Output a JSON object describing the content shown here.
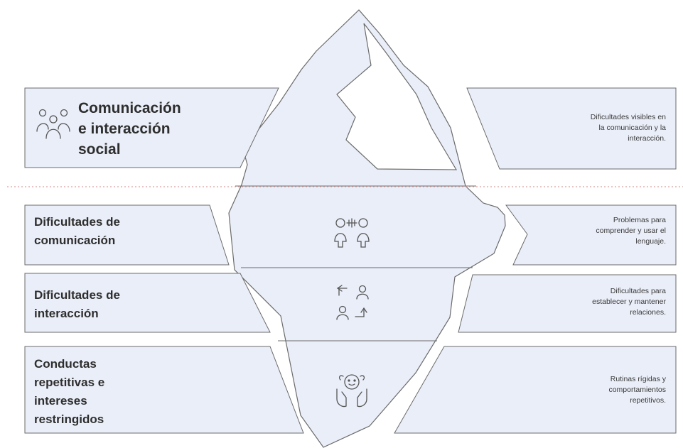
{
  "header": {
    "title": "Comunicación e interacción social",
    "title_lines": [
      "Comunicación",
      "e interacción",
      "social"
    ],
    "description_lines": [
      "Dificultades visibles en",
      "la comunicación y la",
      "interacción."
    ],
    "icon": "group-people-icon"
  },
  "rows": [
    {
      "title_lines": [
        "Dificultades de",
        "comunicación"
      ],
      "description_lines": [
        "Problemas para",
        "comprender y usar el",
        "lenguaje."
      ],
      "icon": "two-people-talking-icon"
    },
    {
      "title_lines": [
        "Dificultades de",
        "interacción"
      ],
      "description_lines": [
        "Dificultades para",
        "establecer y mantener",
        "relaciones."
      ],
      "icon": "people-exchange-icon"
    },
    {
      "title_lines": [
        "Conductas",
        "repetitivas e",
        "intereses",
        "restringidos"
      ],
      "description_lines": [
        "Rutinas rígidas y",
        "comportamientos",
        "repetitivos."
      ],
      "icon": "hands-holding-head-icon"
    }
  ],
  "colors": {
    "panel_fill": "#eaeef8",
    "stroke": "#6b6b6b",
    "waterline": "#d9a0a0",
    "text": "#2e2e2e"
  }
}
